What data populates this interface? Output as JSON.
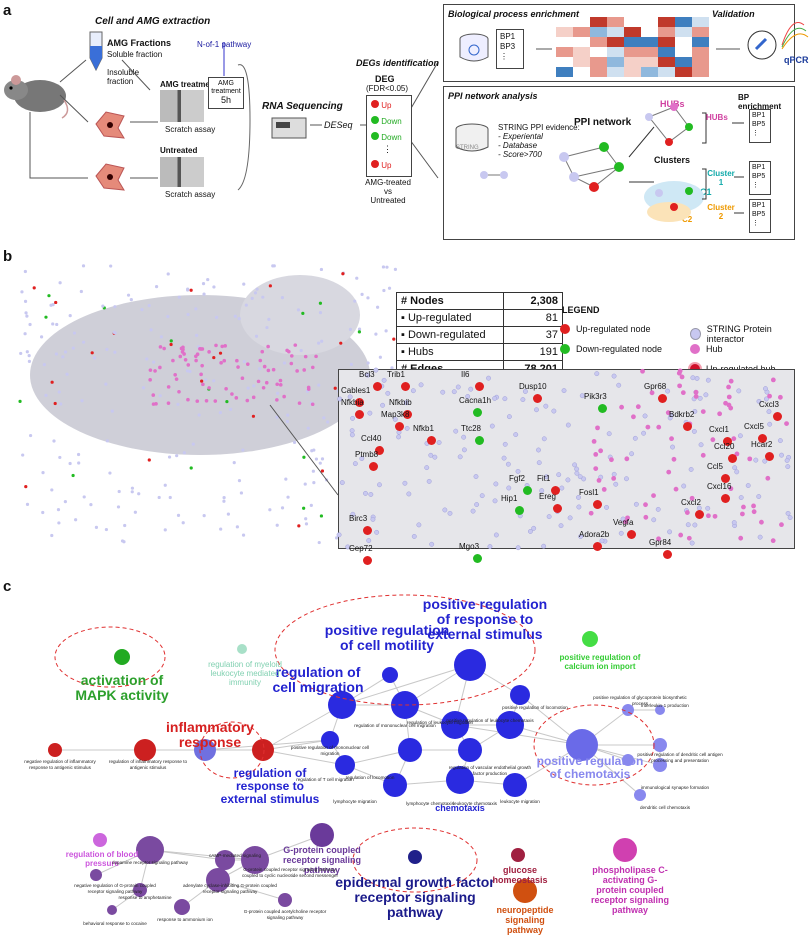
{
  "panel_a": {
    "letter": "a",
    "extraction_title": "Cell and AMG extraction",
    "amg_fractions_title": "AMG Fractions",
    "soluble": "Soluble fraction",
    "insoluble": "Insoluble fraction",
    "n_of_1": "N-of-1 pathway",
    "amg_treatment": "AMG treatment",
    "amg_treatment_box": "AMG treatment",
    "amg_time": "5h",
    "scratch_assay_1": "Scratch assay",
    "untreated": "Untreated",
    "scratch_assay_2": "Scratch assay",
    "rna_seq": "RNA Sequencing",
    "deseq": "DESeq",
    "degs_title": "DEGs identification",
    "deg_label": "DEG",
    "fdr": "(FDR<0.05)",
    "deg_list": [
      "Up",
      "Down",
      "Down",
      "Up"
    ],
    "deg_dots": "⋮",
    "comparison_1": "AMG-treated",
    "comparison_vs": "vs",
    "comparison_2": "Untreated",
    "bp_enrichment_title": "Biological process enrichment",
    "bp_list": [
      "BP1",
      "BP3",
      "⋮"
    ],
    "validation_title": "Validation",
    "qpcr": "qPCR",
    "ppi_title": "PPI network analysis",
    "string_label": "STRING",
    "string_evidence_title": "STRING PPI evidence:",
    "string_evidence": [
      "- Experiental",
      "- Database",
      "- Score>700"
    ],
    "ppi_network": "PPI network",
    "hubs": "HUBs",
    "clusters": "Clusters",
    "c1": "C1",
    "c2": "C2",
    "bp_enrichment_right": "BP enrichment",
    "hubs_right": "HUBs",
    "cluster1": "Cluster 1",
    "cluster2": "Cluster 2",
    "bp_small": [
      "BP1",
      "BP5",
      "⋮"
    ]
  },
  "panel_b": {
    "letter": "b",
    "stats": [
      {
        "label": "# Nodes",
        "value": "2,308",
        "bold": true
      },
      {
        "label": "▪ Up-regulated",
        "value": "81",
        "bold": false
      },
      {
        "label": "▪ Down-regulated",
        "value": "37",
        "bold": false
      },
      {
        "label": "▪ Hubs",
        "value": "191",
        "bold": false
      },
      {
        "label": "# Edges",
        "value": "78,201",
        "bold": true
      }
    ],
    "legend_title": "LEGEND",
    "legend": [
      {
        "label": "Up-regulated node",
        "color": "#e02020"
      },
      {
        "label": "STRING Protein interactor",
        "color": "#c8c8f0"
      },
      {
        "label": "Down-regulated node",
        "color": "#22bb22"
      },
      {
        "label": "Hub",
        "color": "#e070c8"
      },
      {
        "label": "Up-regulated hub",
        "color": "#d0102a"
      }
    ],
    "zoom_labels": [
      {
        "t": "Bcl3",
        "c": "#e02020"
      },
      {
        "t": "Trib1",
        "c": "#e02020"
      },
      {
        "t": "Cables1",
        "c": "#e02020"
      },
      {
        "t": "Nfkbia",
        "c": "#e02020"
      },
      {
        "t": "Nfkbib",
        "c": "#e02020"
      },
      {
        "t": "Il6",
        "c": "#e02020"
      },
      {
        "t": "Cacna1h",
        "c": "#22bb22"
      },
      {
        "t": "Dusp10",
        "c": "#e02020"
      },
      {
        "t": "Gpr68",
        "c": "#e02020"
      },
      {
        "t": "Ttc28",
        "c": "#22bb22"
      },
      {
        "t": "Pik3r3",
        "c": "#22bb22"
      },
      {
        "t": "Map3k8",
        "c": "#e02020"
      },
      {
        "t": "Ccl40",
        "c": "#e02020"
      },
      {
        "t": "Nfkb1",
        "c": "#e02020"
      },
      {
        "t": "Bdkrb2",
        "c": "#e02020"
      },
      {
        "t": "Cxcl3",
        "c": "#e02020"
      },
      {
        "t": "Cxcl5",
        "c": "#e02020"
      },
      {
        "t": "Cxcl1",
        "c": "#e02020"
      },
      {
        "t": "Ccl20",
        "c": "#e02020"
      },
      {
        "t": "Hcar2",
        "c": "#e02020"
      },
      {
        "t": "Ptmb8",
        "c": "#e02020"
      },
      {
        "t": "Fgf2",
        "c": "#22bb22"
      },
      {
        "t": "Fit1",
        "c": "#e02020"
      },
      {
        "t": "Ccl5",
        "c": "#e02020"
      },
      {
        "t": "Cxcl16",
        "c": "#e02020"
      },
      {
        "t": "Hip1",
        "c": "#22bb22"
      },
      {
        "t": "Ereg",
        "c": "#e02020"
      },
      {
        "t": "Fosl1",
        "c": "#e02020"
      },
      {
        "t": "Vegfa",
        "c": "#e02020"
      },
      {
        "t": "Cxcl2",
        "c": "#e02020"
      },
      {
        "t": "Birc3",
        "c": "#e02020"
      },
      {
        "t": "Adora2b",
        "c": "#e02020"
      },
      {
        "t": "Gpr84",
        "c": "#e02020"
      },
      {
        "t": "Cep72",
        "c": "#e02020"
      },
      {
        "t": "Mgo3",
        "c": "#22bb22"
      }
    ]
  },
  "panel_c": {
    "letter": "c",
    "big_labels": [
      {
        "t": "activation of MAPK activity",
        "c": "#2ca02c"
      },
      {
        "t": "positive regulation of cell motility",
        "c": "#2323d0"
      },
      {
        "t": "positive regulation of response to external stimulus",
        "c": "#2323d0"
      },
      {
        "t": "regulation of cell migration",
        "c": "#2323d0"
      },
      {
        "t": "inflammatory response",
        "c": "#d62020"
      },
      {
        "t": "regulation of response to external stimulus",
        "c": "#2323d0"
      },
      {
        "t": "positive regulation of chemotaxis",
        "c": "#8888ee"
      },
      {
        "t": "epidermal growth factor receptor signaling pathway",
        "c": "#1a1a8a"
      },
      {
        "t": "chemotaxis",
        "c": "#2323d0"
      }
    ],
    "mid_labels": [
      {
        "t": "regulation of myeloid leukocyte mediated immunity",
        "c": "#80d0b0"
      },
      {
        "t": "positive regulation of calcium ion import",
        "c": "#33cc33"
      },
      {
        "t": "regulation of blood pressure",
        "c": "#cc55dd"
      },
      {
        "t": "G-protein coupled receptor signaling pathway",
        "c": "#6a3a9a"
      },
      {
        "t": "glucose homeostasis",
        "c": "#a02040"
      },
      {
        "t": "neuropeptide signaling pathway",
        "c": "#d05010"
      },
      {
        "t": "phospholipase C-activating G-protein coupled receptor signaling pathway",
        "c": "#c030b0"
      }
    ],
    "small_labels": [
      "negative regulation of inflammatory response to antigenic stimulus",
      "regulation of inflammatory response to antigenic stimulus",
      "regulation of mononuclear cell migration",
      "positive regulation of mononuclear cell migration",
      "regulation of leukocyte migration",
      "positive regulation of leukocyte chemotaxis",
      "positive regulation of locomotion",
      "regulation of T cell migration",
      "regulation of locomotion",
      "lymphocyte chemotaxis",
      "regulation of vascular endothelial growth factor production",
      "lymphocyte migration",
      "leukocyte chemotaxis",
      "leukocyte migration",
      "positive regulation of glycoprotein biosynthetic process",
      "interleukin-1 production",
      "positive regulation of dendritic cell antigen processing and presentation",
      "immunological synapse formation",
      "dendritic cell chemotaxis",
      "dopamine receptor signaling pathway",
      "cAMP-mediated signaling",
      "G-protein coupled receptor signaling pathway, coupled to cyclic nucleotide second messenger",
      "negative regulation of G-protein coupled receptor signaling pathway",
      "response to amphetamine",
      "adenylate cyclase-inhibiting G-protein coupled receptor signaling pathway",
      "response to ammonium ion",
      "G-protein coupled acetylcholine receptor signaling pathway",
      "behavioral response to cocaine"
    ]
  }
}
